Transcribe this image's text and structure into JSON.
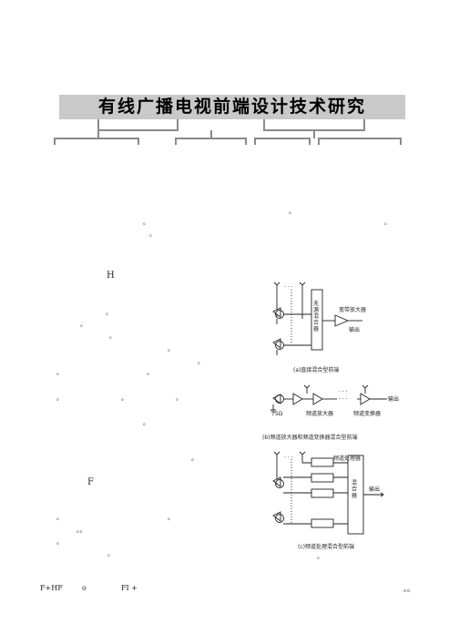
{
  "title": "有线广播电视前端设计技术研究",
  "body_marks": {
    "m1": "H",
    "m2": "F",
    "dots": [
      "。",
      "。",
      "。",
      "。",
      "。",
      "。",
      "。",
      "。",
      "。",
      "。",
      "。",
      "。",
      "。",
      "。",
      "。",
      "。",
      "。",
      "。",
      "。",
      "。",
      "。"
    ],
    "ab": "。。"
  },
  "figure": {
    "a": {
      "mixer": "无源混合器",
      "amp": "宽带放大器",
      "out": "输出",
      "caption": "(a)直接混合型前端"
    },
    "b": {
      "ohm": "75Ω",
      "amp": "频道放大器",
      "conv": "频道变换器",
      "out": "输出",
      "caption": "(b)频道放大器和频道变换器混合型前端"
    },
    "c": {
      "proc": "频道处理器",
      "mixer": "混合器",
      "out": "输出",
      "caption": "(c)频道处理混合型前端"
    }
  },
  "footer": {
    "left": "F+HF",
    "mid1": "o",
    "mid2": "FI +",
    "right": "。。"
  }
}
